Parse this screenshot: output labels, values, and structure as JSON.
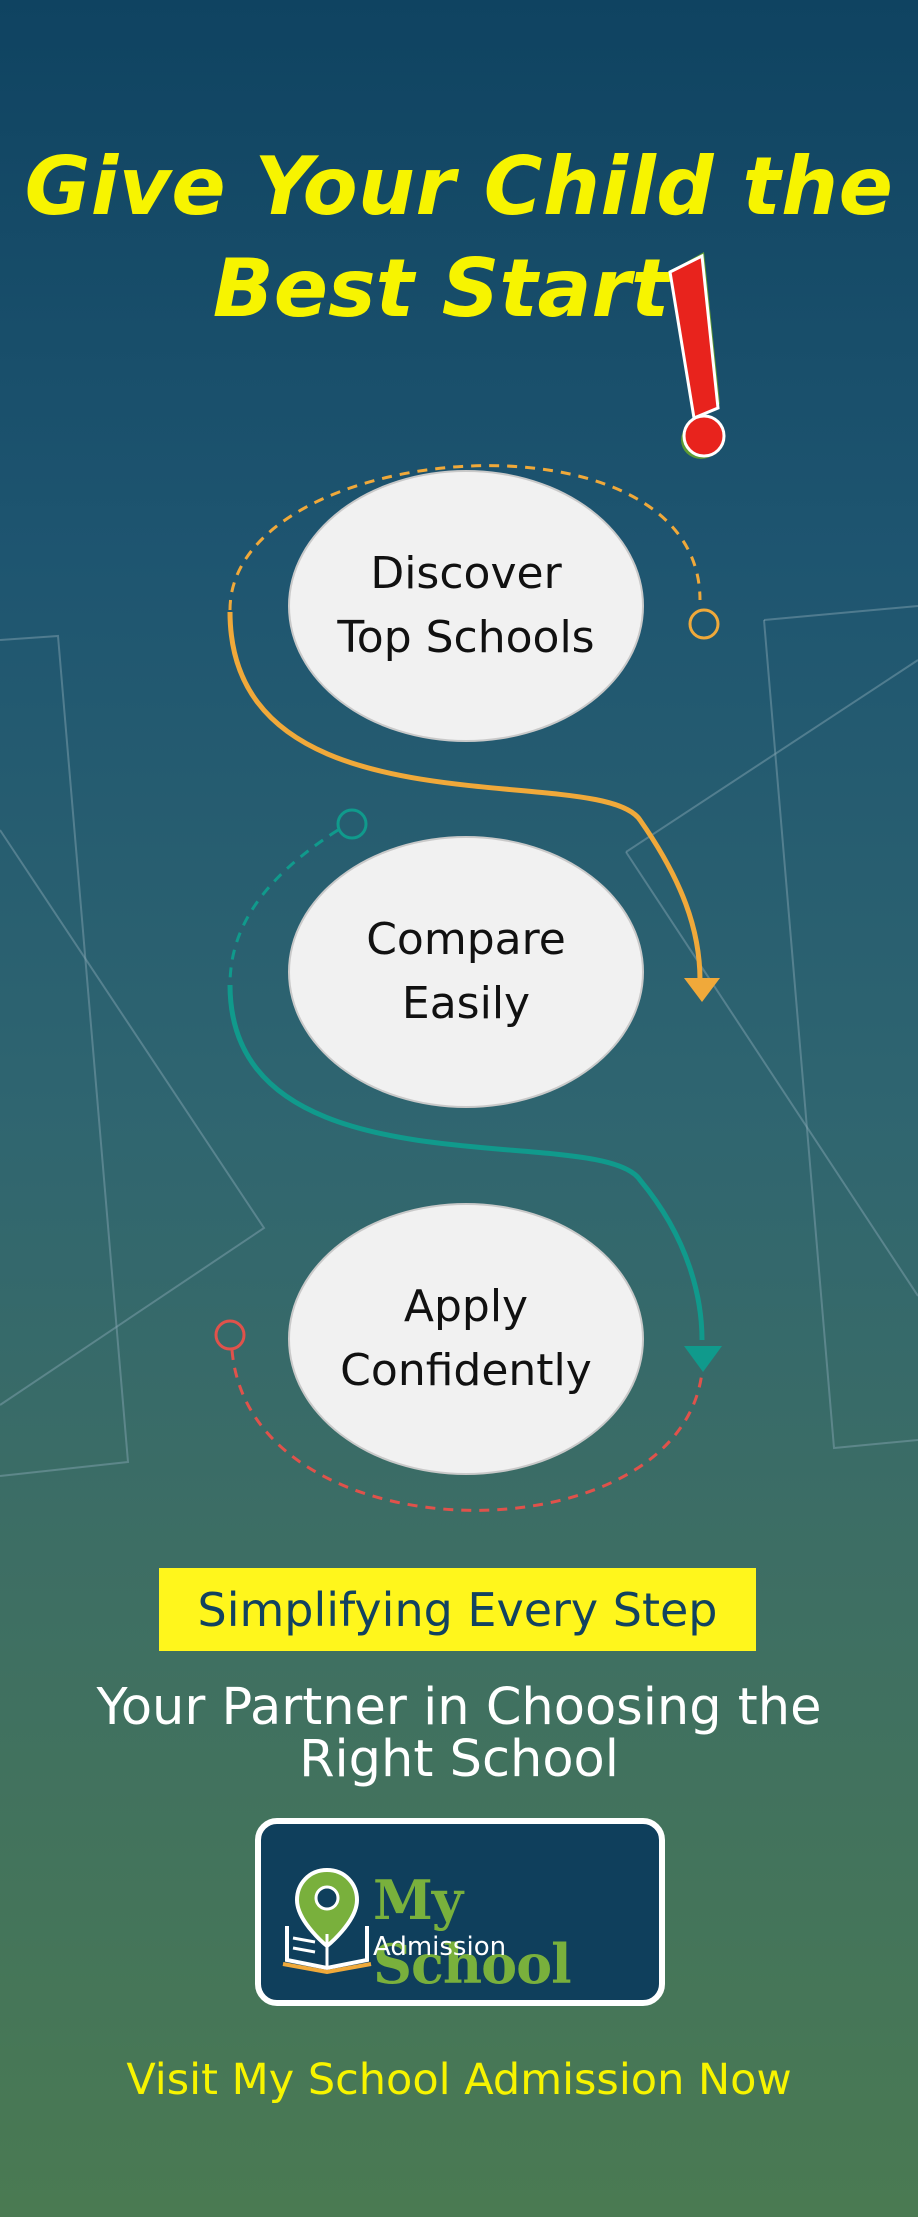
{
  "headline": {
    "line1": "Give Your Child the",
    "line2": "Best Start"
  },
  "steps": [
    {
      "label": "Discover\nTop Schools"
    },
    {
      "label": "Compare\nEasily"
    },
    {
      "label": "Apply\nConfidently"
    }
  ],
  "tagline": "Simplifying Every Step",
  "partner": {
    "line1": "Your Partner in Choosing the",
    "line2": "Right School"
  },
  "logo": {
    "title": "My School",
    "subtitle": "Admission",
    "icon": "map-pin-book-icon"
  },
  "cta": "Visit My School Admission Now",
  "colors": {
    "headline": "#f7f400",
    "tagline_bg": "#fff61c",
    "tagline_text": "#12425f",
    "path_orange": "#f0a93a",
    "path_teal": "#109a8c",
    "path_red": "#e0524b",
    "logo_green": "#79b03c",
    "logo_bg": "#0f3f5c",
    "exclamation_red": "#e8231d",
    "exclamation_green": "#7cba4a"
  }
}
